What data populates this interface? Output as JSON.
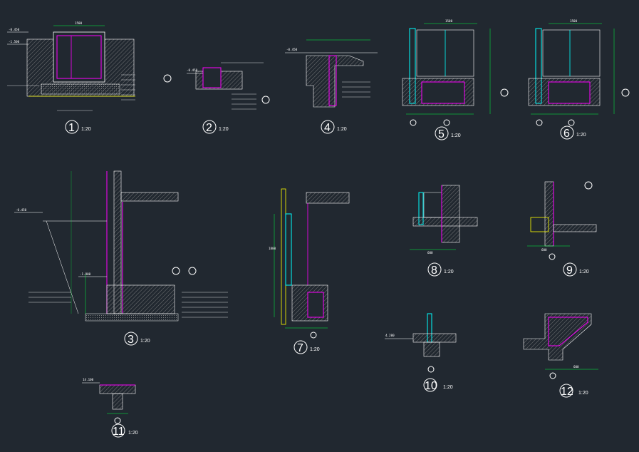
{
  "colors": {
    "background": "#212830",
    "line": "#ffffff",
    "wall": "#ff00ff",
    "glass": "#00ffff",
    "dim": "#00ff40",
    "yellow": "#ffff00",
    "hatch": "#8a8a8a"
  },
  "details": [
    {
      "id": "d1",
      "number": "1",
      "scale": "1:20"
    },
    {
      "id": "d2",
      "number": "2",
      "scale": "1:20"
    },
    {
      "id": "d4",
      "number": "4",
      "scale": "1:20"
    },
    {
      "id": "d5",
      "number": "5",
      "scale": "1:20"
    },
    {
      "id": "d6",
      "number": "6",
      "scale": "1:20"
    },
    {
      "id": "d3",
      "number": "3",
      "scale": "1:20"
    },
    {
      "id": "d7",
      "number": "7",
      "scale": "1:20"
    },
    {
      "id": "d8",
      "number": "8",
      "scale": "1:20"
    },
    {
      "id": "d9",
      "number": "9",
      "scale": "1:20"
    },
    {
      "id": "d10",
      "number": "10",
      "scale": "1:20"
    },
    {
      "id": "d11",
      "number": "11",
      "scale": "1:20"
    },
    {
      "id": "d12",
      "number": "12",
      "scale": "1:20"
    }
  ],
  "annotations": {
    "d1_top_dim": "1500",
    "d1_elev": "-0.450",
    "d1_elev2": "-1.500",
    "d2_elev": "-0.450",
    "d4_elev": "-0.450",
    "d5_dim": "1500",
    "d6_dim": "1500",
    "d3_elev": "-0.450",
    "d3_elev2": "-1.800",
    "d7_dim": "1800",
    "d8_dim": "600",
    "d9_dim": "600",
    "d10_elev": "4.200",
    "d11_elev": "14.100",
    "d12_dim": "600"
  }
}
